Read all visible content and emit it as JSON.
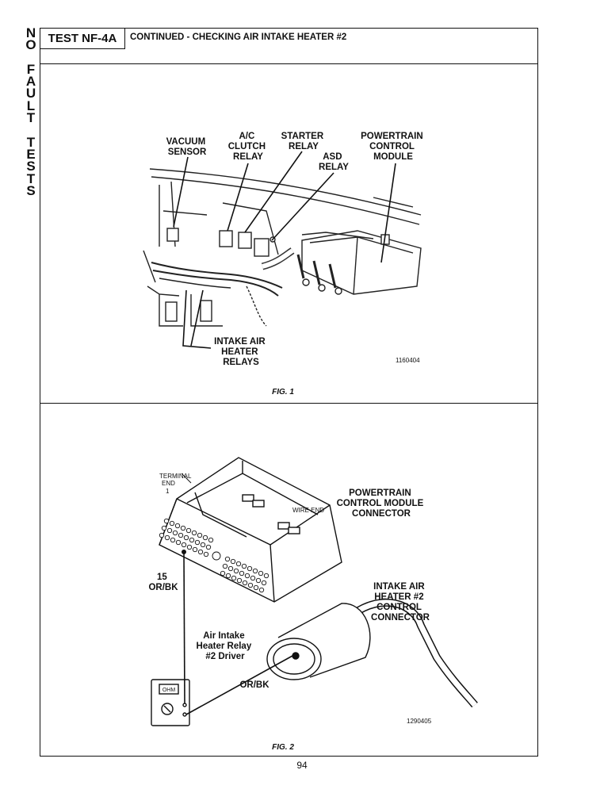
{
  "side_tab": [
    "N",
    "O",
    "",
    "F",
    "A",
    "U",
    "L",
    "T",
    "",
    "T",
    "E",
    "S",
    "T",
    "S"
  ],
  "header": {
    "test_id": "TEST NF-4A",
    "title": "CONTINUED -  CHECKING AIR INTAKE HEATER #2"
  },
  "figure1": {
    "labels": {
      "vacuum_sensor": [
        "VACUUM",
        "SENSOR"
      ],
      "ac_clutch_relay": [
        "A/C",
        "CLUTCH",
        "RELAY"
      ],
      "starter_relay": [
        "STARTER",
        "RELAY"
      ],
      "asd_relay": [
        "ASD",
        "RELAY"
      ],
      "pcm": [
        "POWERTRAIN",
        "CONTROL",
        "MODULE"
      ],
      "intake_air_heater_relays": [
        "INTAKE AIR",
        "HEATER",
        "RELAYS"
      ]
    },
    "part_number": "1160404",
    "caption": "FIG. 1"
  },
  "figure2": {
    "labels": {
      "pcm_connector": [
        "POWERTRAIN",
        "CONTROL MODULE",
        "CONNECTOR"
      ],
      "terminal_end": [
        "TERMINAL",
        "END"
      ],
      "terminal_one": "1",
      "wire_end": "WIRE  END",
      "pin": [
        "15",
        "OR/BK"
      ],
      "driver": [
        "Air Intake",
        "Heater Relay",
        "#2 Driver"
      ],
      "heater_connector": [
        "INTAKE AIR",
        "HEATER #2",
        "CONTROL",
        "CONNECTOR"
      ],
      "wire_color": "OR/BK",
      "meter_display": "OHM"
    },
    "part_number": "1290405",
    "caption": "FIG. 2"
  },
  "page_number": "94"
}
